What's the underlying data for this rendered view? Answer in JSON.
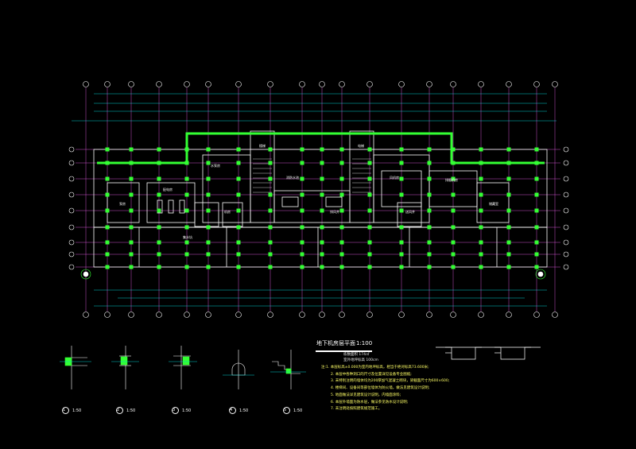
{
  "title": "地下机房层平面",
  "title_scale": "1:100",
  "subtitle_lines": [
    "栋数面积  174㎡",
    "室外地坪标高  100cm"
  ],
  "notes": [
    "注:1. 本层标高±0.000为室内地坪标高，相当于绝对标高73.600米;",
    "2. 本层中各种洞口的尺寸及位置详见设备专业图纸;",
    "3. 未特别注明的墙体均为200厚加气混凝土砌块，梁截面尺寸为600×600;",
    "4. 楼梯间、设备间等部位墙体为防火墙，做法见建筑设计说明;",
    "5. 地面做法详见建筑设计说明，内墙面涂料;",
    "6. 本层外墙面为防水层，做法参见防水设计说明;",
    "7. 未注明处按照建筑规范施工。"
  ],
  "room_labels": [
    "泵房",
    "配电房",
    "水泵房",
    "机房",
    "楼梯",
    "电梯",
    "消防水池",
    "风机房",
    "排烟机房",
    "储藏室",
    "排风井",
    "送风井",
    "集水坑"
  ],
  "details": [
    {
      "num": "1",
      "scale": "1:50"
    },
    {
      "num": "2",
      "scale": "1:50"
    },
    {
      "num": "3",
      "scale": "1:50"
    },
    {
      "num": "4",
      "scale": "1:50"
    },
    {
      "num": "5",
      "scale": "1:50"
    }
  ],
  "colors": {
    "background": "#000000",
    "wall": "#ffffff",
    "grid_line": "#ff66ff",
    "column": "#33ff33",
    "dimension": "#00cccc",
    "boundary": "#33ff33",
    "text": "#ffffff",
    "note_text": "#ffff66"
  }
}
